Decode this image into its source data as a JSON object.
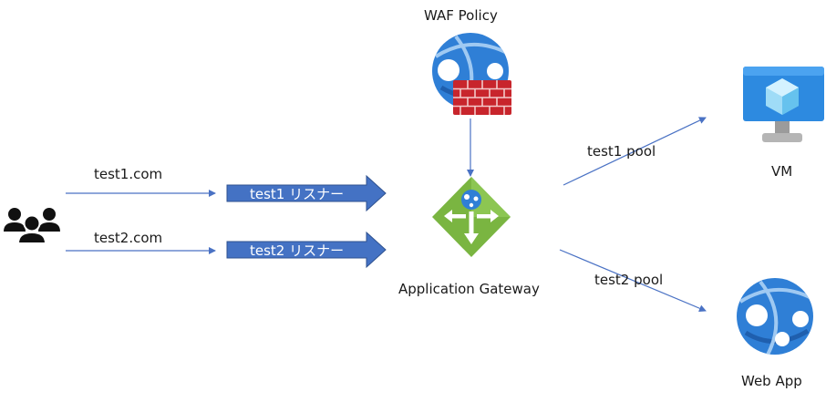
{
  "labels": {
    "waf_policy": "WAF Policy",
    "app_gateway": "Application Gateway",
    "vm": "VM",
    "web_app": "Web App",
    "domain1": "test1.com",
    "domain2": "test2.com",
    "pool1": "test1 pool",
    "pool2": "test2 pool",
    "listener1": "test1 リスナー",
    "listener2": "test2 リスナー"
  },
  "icons": {
    "users": "users-icon",
    "waf_globe": "globe-icon",
    "firewall": "firewall-icon",
    "app_gateway": "application-gateway-icon",
    "vm": "virtual-machine-icon",
    "web_app": "web-app-icon"
  },
  "colors": {
    "connector": "#4a72c4",
    "listener_fill": "#4472c4",
    "listener_stroke": "#2f528f",
    "globe": "#2f7fd6",
    "firewall": "#c8252c",
    "gateway": "#7ab541",
    "vm_screen": "#2d8ae0"
  }
}
